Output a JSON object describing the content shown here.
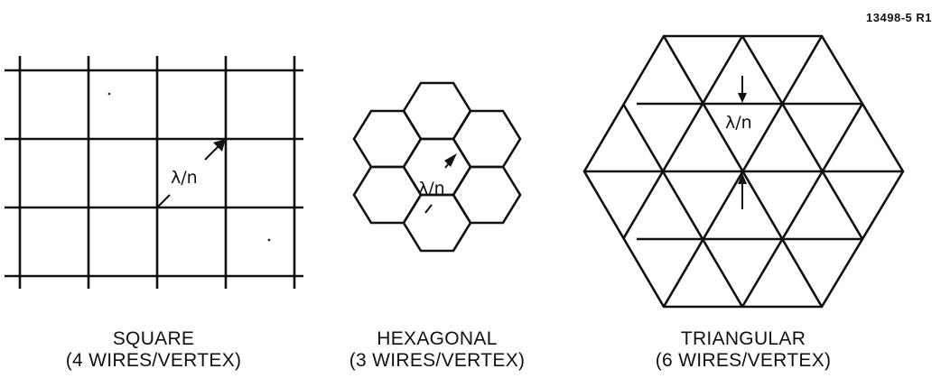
{
  "figure_id": "13498-5 R1",
  "spacing_label": "λ/n",
  "panels": [
    {
      "name": "SQUARE",
      "detail": "(4 WIRES/VERTEX)"
    },
    {
      "name": "HEXAGONAL",
      "detail": "(3 WIRES/VERTEX)"
    },
    {
      "name": "TRIANGULAR",
      "detail": "(6 WIRES/VERTEX)"
    }
  ]
}
